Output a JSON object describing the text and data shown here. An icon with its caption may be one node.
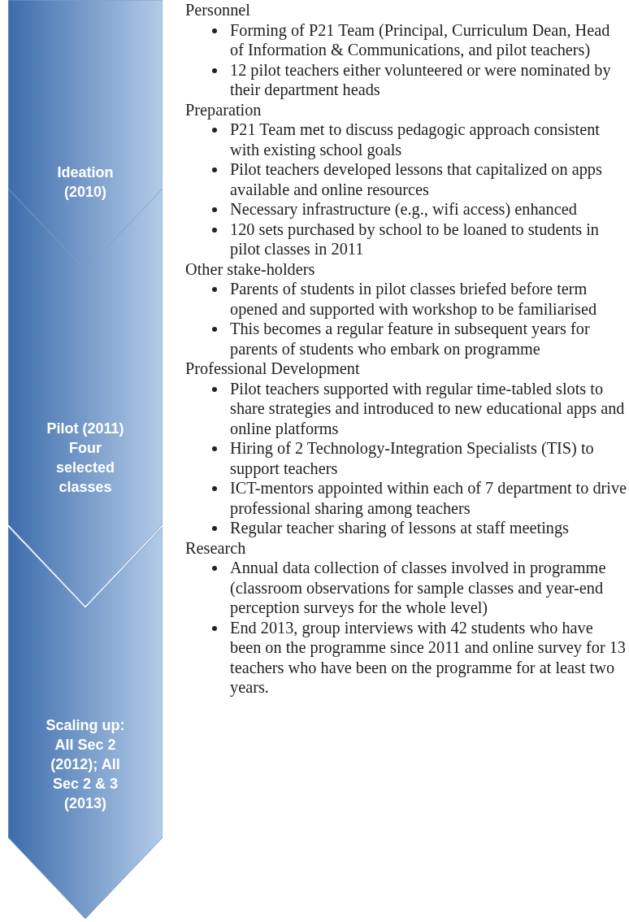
{
  "diagram": {
    "nodes": [
      {
        "text": [
          "Ideation (2010)"
        ]
      },
      {
        "text": [
          "Pilot (2011) Four selected classes"
        ]
      },
      {
        "text": [
          "Scaling up: All Sec 2 (2012); All Sec 2 & 3 (2013)"
        ]
      }
    ],
    "labels": [
      "Personnel",
      "Forming of P21 Team (Principal, Curriculum Dean, Head of Information & Communications, and pilot teachers)",
      "12 pilot teachers either volunteered or were nominated by their department heads",
      "Preparation",
      "P21 Team met to discuss pedagogic approach consistent with existing school goals",
      "Pilot teachers developed lessons that capitalized on apps available and online resources",
      "Necessary infrastructure (e.g., wifi access) enhanced",
      "120 sets purchased by school to be loaned to students in pilot classes in 2011",
      "Other stake-holders",
      "Parents of students in pilot classes briefed before term opened and supported with workshop to be familiarised",
      "This becomes a regular feature in subsequent years for parents of students who embark on programme",
      "Professional Development",
      "Pilot teachers supported with regular time-tabled slots to share strategies and introduced to new educational apps and online platforms",
      "Hiring of 2 Technology-Integration Specialists (TIS) to support teachers",
      "ICT-mentors appointed within each of 7 department to drive professional sharing among teachers",
      "Regular teacher sharing of lessons at staff meetings",
      "Research",
      "Annual data collection of classes involved in programme (classroom observations for sample classes and year-end perception surveys for the whole level)",
      "End 2013, group interviews with 42 students who have been on the programme since 2011 and online survey for 13 teachers who have been on the programme for at least two years."
    ]
  }
}
